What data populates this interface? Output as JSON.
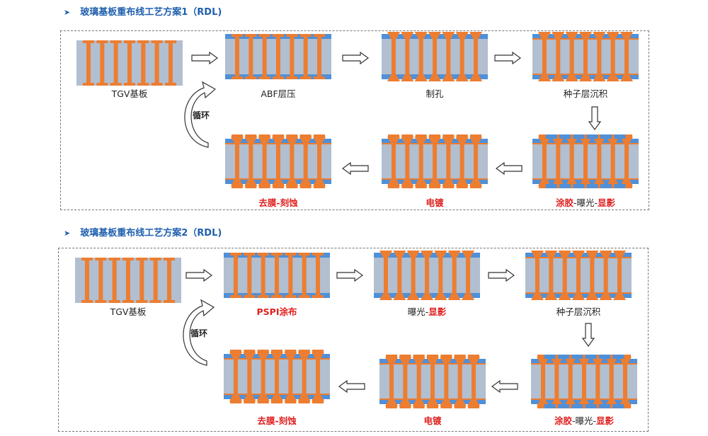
{
  "colors": {
    "accent": "#1f5fae",
    "highlight": "#e02020",
    "substrate": "#b1bfd0",
    "copper": "#ed7d31",
    "dielectric": "#4f90d9"
  },
  "sections": [
    {
      "heading": "玻璃基板重布线工艺方案1（RDL)",
      "loop_label": "循环",
      "stages": [
        {
          "parts": [
            {
              "text": "TGV基板",
              "style": "black"
            }
          ]
        },
        {
          "parts": [
            {
              "text": "ABF层压",
              "style": "black"
            }
          ]
        },
        {
          "parts": [
            {
              "text": "制孔",
              "style": "black"
            }
          ]
        },
        {
          "parts": [
            {
              "text": "种子层沉积",
              "style": "black"
            }
          ]
        },
        {
          "parts": [
            {
              "text": "涂胶",
              "style": "red"
            },
            {
              "text": "-曝光-",
              "style": "black"
            },
            {
              "text": "显影",
              "style": "red"
            }
          ]
        },
        {
          "parts": [
            {
              "text": "电镀",
              "style": "red"
            }
          ]
        },
        {
          "parts": [
            {
              "text": "去膜-刻蚀",
              "style": "red"
            }
          ]
        }
      ]
    },
    {
      "heading": "玻璃基板重布线工艺方案2（RDL)",
      "loop_label": "循环",
      "stages": [
        {
          "parts": [
            {
              "text": "TGV基板",
              "style": "black"
            }
          ]
        },
        {
          "parts": [
            {
              "text": "PSPI涂布",
              "style": "red"
            }
          ]
        },
        {
          "parts": [
            {
              "text": "曝光-",
              "style": "black"
            },
            {
              "text": "显影",
              "style": "red"
            }
          ]
        },
        {
          "parts": [
            {
              "text": "种子层沉积",
              "style": "black"
            }
          ]
        },
        {
          "parts": [
            {
              "text": "涂胶",
              "style": "red"
            },
            {
              "text": "-曝光-",
              "style": "black"
            },
            {
              "text": "显影",
              "style": "red"
            }
          ]
        },
        {
          "parts": [
            {
              "text": "电镀",
              "style": "red"
            }
          ]
        },
        {
          "parts": [
            {
              "text": "去膜-刻蚀",
              "style": "red"
            }
          ]
        }
      ]
    }
  ]
}
